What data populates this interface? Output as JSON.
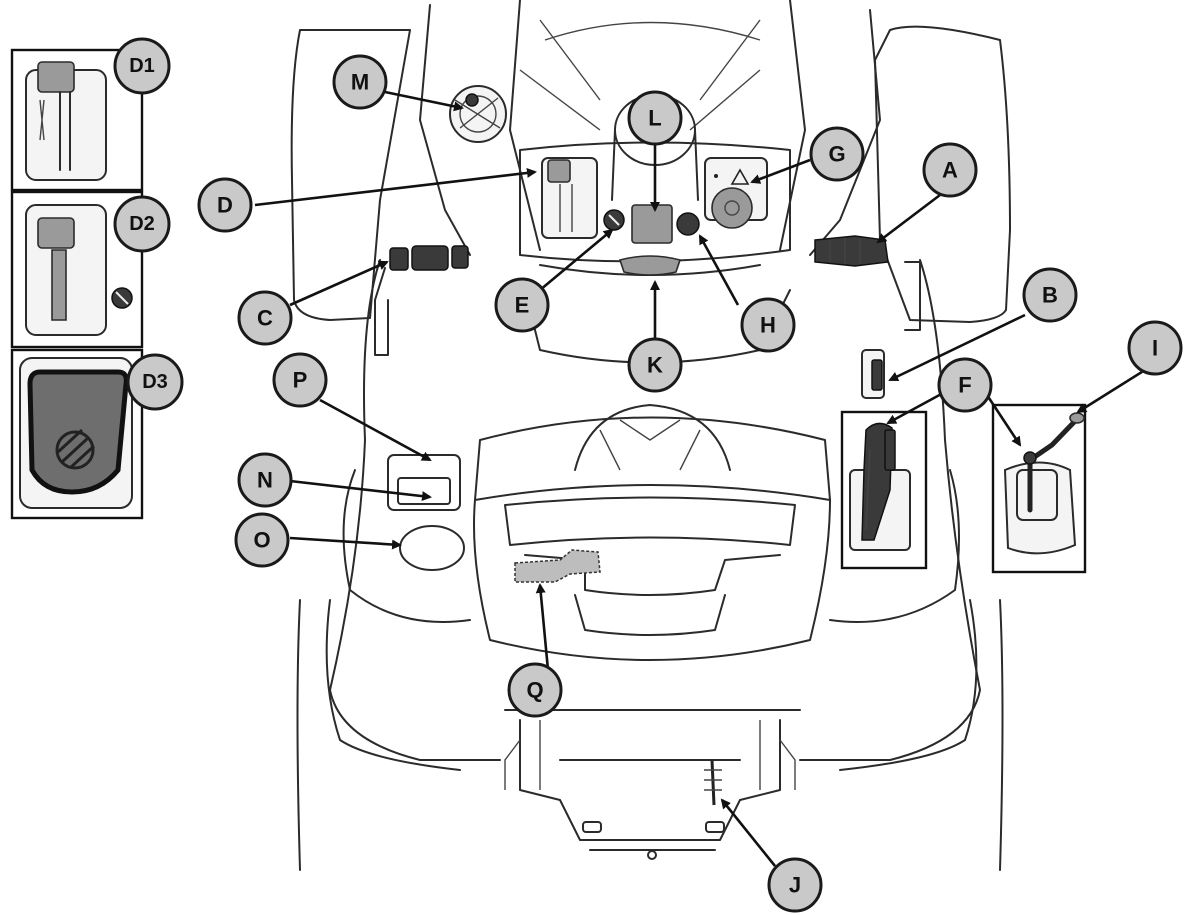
{
  "callouts": {
    "A": "A",
    "B": "B",
    "C": "C",
    "D": "D",
    "D1": "D1",
    "D2": "D2",
    "D3": "D3",
    "E": "E",
    "F": "F",
    "G": "G",
    "H": "H",
    "I": "I",
    "J": "J",
    "K": "K",
    "L": "L",
    "M": "M",
    "N": "N",
    "O": "O",
    "P": "P",
    "Q": "Q"
  },
  "colors": {
    "callout_fill": "#c9c9c9",
    "callout_stroke": "#1a1a1a",
    "line_art": "#2b2b2b",
    "highlight_gray": "#9a9a9a"
  }
}
